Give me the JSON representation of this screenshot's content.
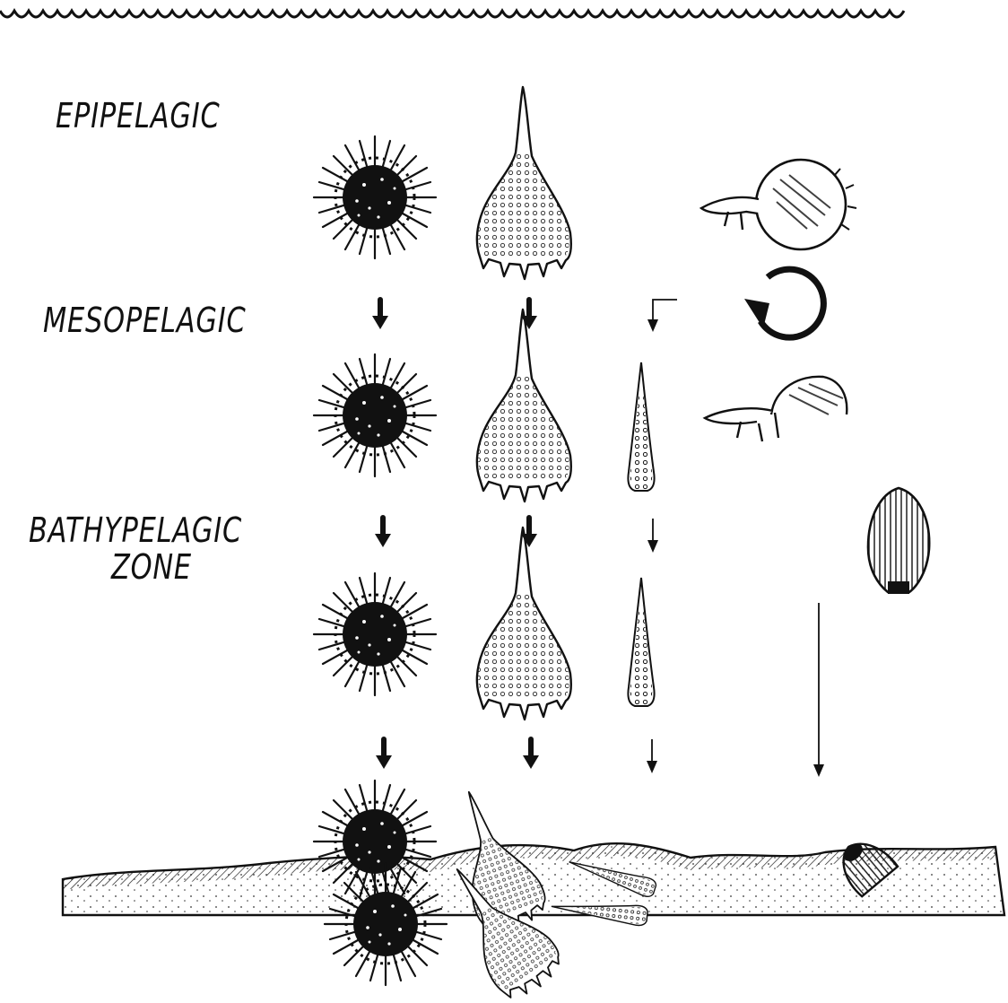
{
  "labels": {
    "epipelagic": "EPIPELAGIC",
    "mesopelagic": "MESOPELAGIC",
    "bathypelagic": "BATHYPELAGIC",
    "zone": "ZONE"
  },
  "colors": {
    "ink": "#111111",
    "background": "#ffffff"
  },
  "icons": [
    "wave-surface-icon",
    "spiny-radiolarian-icon",
    "conical-radiolarian-icon",
    "slender-cone-shell-icon",
    "round-capsule-organism-icon",
    "ribbed-seed-shell-icon",
    "rotation-arrow-icon",
    "down-arrow-icon",
    "seafloor-icon"
  ]
}
